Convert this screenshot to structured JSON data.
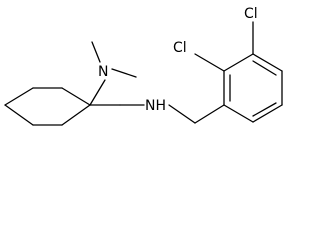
{
  "molecule": {
    "atoms": {
      "cl_top": "Cl",
      "cl_mid": "Cl",
      "n_amine": "N",
      "nh_amine": "NH"
    }
  }
}
